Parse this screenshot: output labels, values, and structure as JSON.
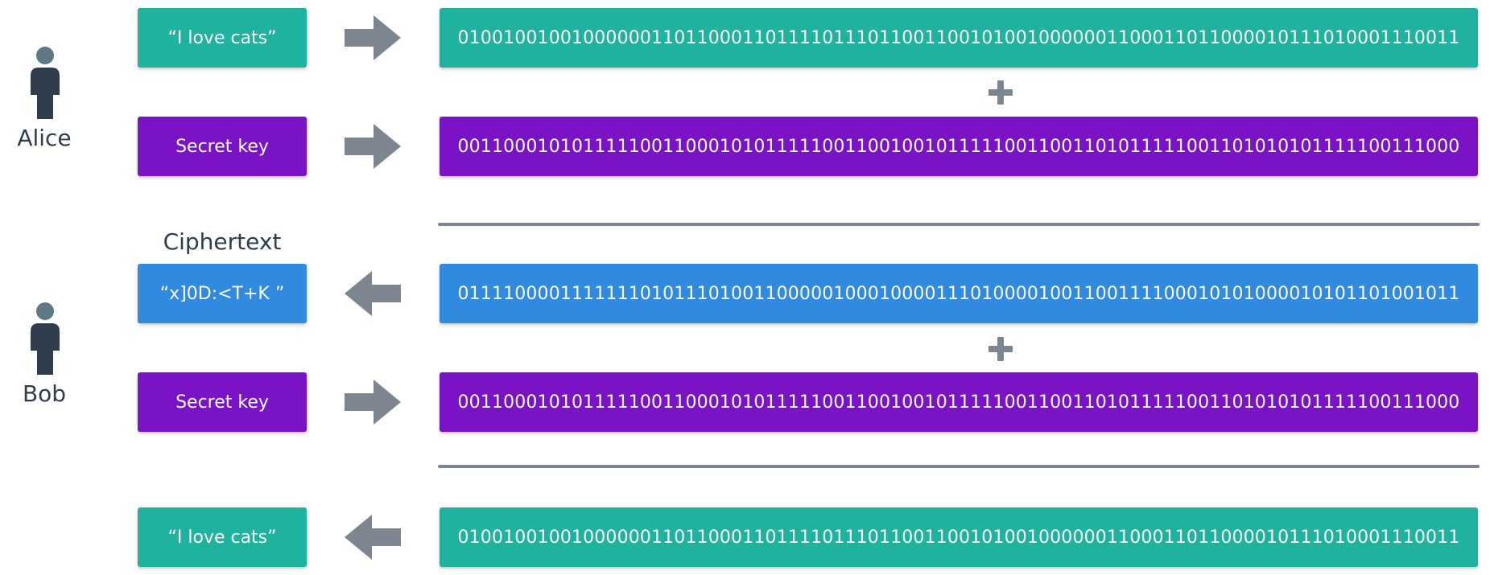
{
  "colors": {
    "teal": "#1fb29e",
    "purple": "#7a12c6",
    "blue": "#2f8ae0",
    "arrow": "#7d8690",
    "person": "#2f3d4d",
    "person_head": "#5e7884"
  },
  "alice": {
    "name": "Alice",
    "plaintext_label": "“I love cats”",
    "plaintext_bits": "010010010010000001101100011011110111011001100101001000000110001101100001011101000111001​1",
    "key_label": "Secret key",
    "key_bits": "0011000101011111001100010101111100110010010111110011001101011111001101010101111100111000"
  },
  "ciphertext": {
    "caption": "Ciphertext",
    "label": "“x]0D:<T+K ”",
    "bits": "0111100001111111010111010011000001000100001110100001001100111100010101000010101101001011"
  },
  "bob": {
    "name": "Bob",
    "key_label": "Secret key",
    "key_bits": "0011000101011111001100010101111100110010010111110011001101011111001101010101111100111000",
    "result_label": "“I love cats”",
    "result_bits": "0100100100100000011011000110111101110110011001010010000001100011011000010111010001110011"
  },
  "icons": [
    "person-icon",
    "arrow-right-icon",
    "arrow-left-icon",
    "plus-icon"
  ]
}
